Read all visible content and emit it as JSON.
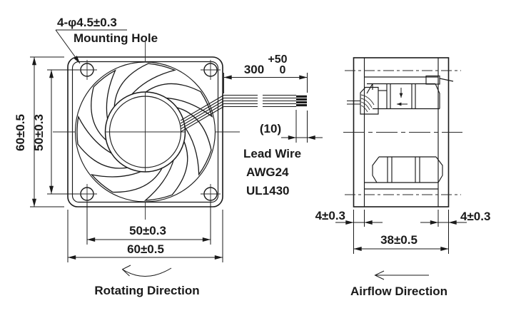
{
  "drawing": {
    "title_context": "Axial fan dimensional drawing",
    "colors": {
      "line": "#1a1a1a",
      "background": "#ffffff"
    },
    "front_view": {
      "mounting_hole_spec": "4-φ4.5±0.3",
      "mounting_hole_label": "Mounting Hole",
      "height_dim": "60±0.5",
      "hole_pitch_vertical_dim": "50±0.3",
      "hole_pitch_horizontal_dim": "50±0.3",
      "width_dim": "60±0.5",
      "rotating_direction_label": "Rotating Direction"
    },
    "lead_wire": {
      "length_dim": "300",
      "length_tolerance_plus": "+50",
      "length_tolerance_minus": "0",
      "strip_length_dim": "(10)",
      "label_line1": "Lead Wire",
      "label_line2": "AWG24",
      "label_line3": "UL1430"
    },
    "side_view": {
      "flange_left_dim": "4±0.3",
      "flange_right_dim": "4±0.3",
      "depth_dim": "38±0.5",
      "airflow_direction_label": "Airflow Direction"
    }
  }
}
